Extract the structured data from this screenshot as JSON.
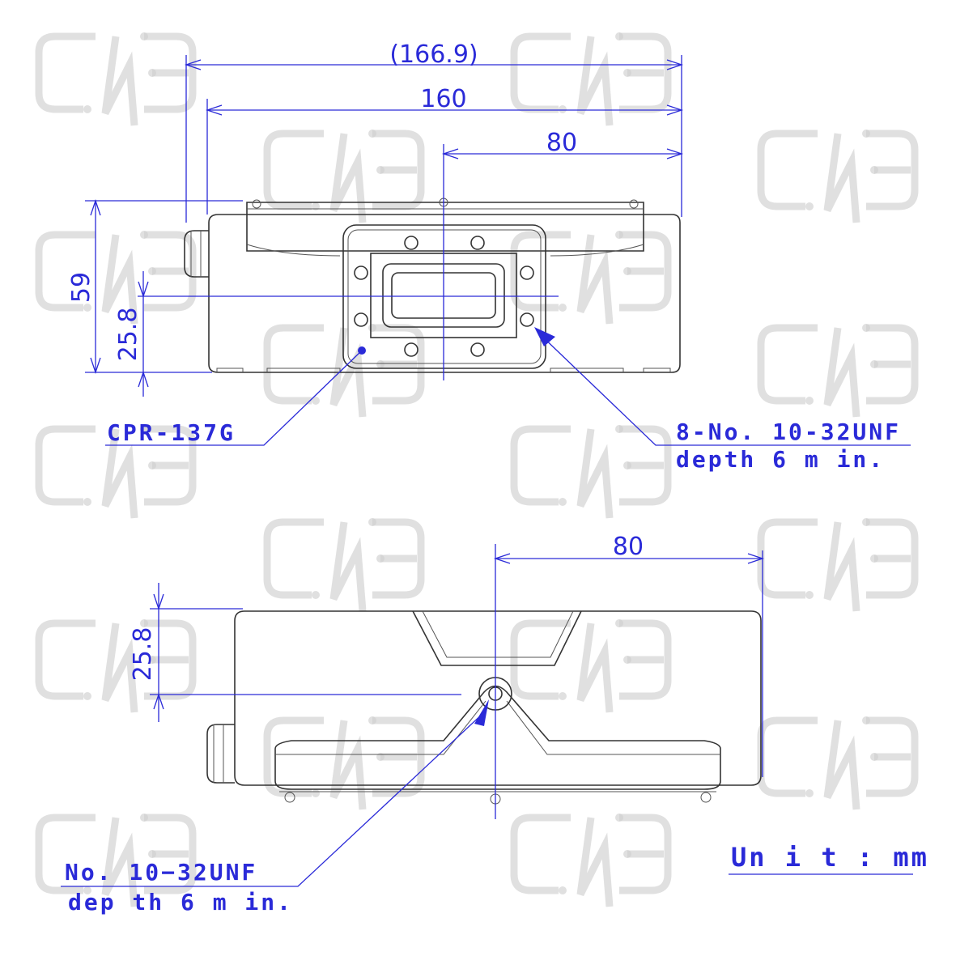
{
  "top_view": {
    "dimensions": {
      "overall_width": "(166.9)",
      "body_width": "160",
      "center_offset": "80",
      "height": "59",
      "flange_center": "25.8"
    },
    "callouts": {
      "flange_type": "CPR-137G",
      "holes_line1": "8-No. 10-32UNF",
      "holes_line2": "depth  6  m in."
    }
  },
  "bottom_view": {
    "dimensions": {
      "center_offset": "80",
      "hole_height": "25.8"
    },
    "callouts": {
      "hole_line1": "No. 10−32UNF",
      "hole_line2": "dep th  6  m in."
    }
  },
  "unit_label": "Un i t :  mm",
  "colors": {
    "dimension": "#2a2ad8",
    "outline": "#333333",
    "watermark": "#d0d0d0"
  }
}
